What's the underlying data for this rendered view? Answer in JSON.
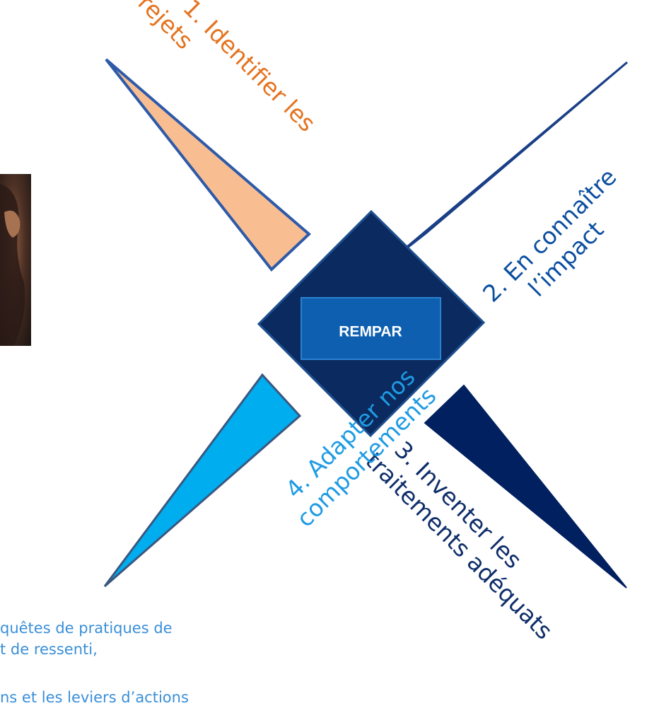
{
  "center": {
    "label": "REMPAR"
  },
  "steps": [
    {
      "line1": "1. Identifier les",
      "line2": "rejets"
    },
    {
      "line1": "2. En connaître",
      "line2": "l’impact"
    },
    {
      "line1": "3. Inventer les",
      "line2": "traitements adéquats"
    },
    {
      "line1": "4. Adapter nos",
      "line2": "comportements"
    }
  ],
  "footer": {
    "line1": "quêtes de pratiques de",
    "line2": "t de ressenti,",
    "line3": "ns et les leviers d’actions"
  },
  "colors": {
    "step1_fill": "#f8be92",
    "step1_stroke": "#2e5aa8",
    "step1_text": "#e4731f",
    "step2_fill": "#0b6fc3",
    "step2_stroke": "#1a3f86",
    "step2_text": "#0b4fa0",
    "step3_fill": "#002060",
    "step3_text": "#0f2e6a",
    "step4_fill": "#00adef",
    "step4_stroke": "#39577f",
    "step4_text": "#1e9be3",
    "diamond_fill": "#0b2a5f",
    "diamond_stroke": "#1e4f8e",
    "center_box_fill": "#0e5fb0",
    "center_box_stroke": "#2b82d0",
    "footer_text": "#3a8fd8"
  },
  "icons": {
    "photo": "portrait-photo"
  }
}
